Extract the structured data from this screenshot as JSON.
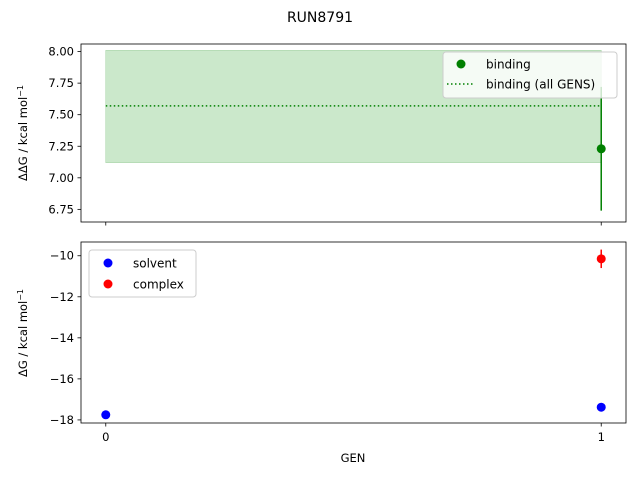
{
  "chart_data": {
    "title": "RUN8791",
    "panels": [
      {
        "type": "scatter",
        "ylabel": "ΔΔG / kcal mol",
        "ylabel_sup": "−1",
        "ylim": [
          6.65,
          8.06
        ],
        "yticks": [
          6.75,
          7.0,
          7.25,
          7.5,
          7.75,
          8.0
        ],
        "ytick_labels": [
          "6.75",
          "7.00",
          "7.25",
          "7.50",
          "7.75",
          "8.00"
        ],
        "series": [
          {
            "name": "binding",
            "color": "#008000",
            "x": [
              1
            ],
            "y": [
              7.23
            ],
            "yerr": [
              0.49
            ]
          }
        ],
        "reference": {
          "name": "binding (all GENS)",
          "color": "#008000",
          "value": 7.57,
          "band": [
            7.12,
            8.01
          ],
          "band_color": "#a9d8a9",
          "x_range": [
            0,
            1
          ]
        },
        "legend": "top-right"
      },
      {
        "type": "scatter",
        "ylabel": "ΔG / kcal mol",
        "ylabel_sup": "−1",
        "xlabel": "GEN",
        "ylim": [
          -18.15,
          -9.33
        ],
        "yticks": [
          -18,
          -16,
          -14,
          -12,
          -10
        ],
        "ytick_labels": [
          "−18",
          "−16",
          "−14",
          "−12",
          "−10"
        ],
        "xticks": [
          0,
          1
        ],
        "xtick_labels": [
          "0",
          "1"
        ],
        "series": [
          {
            "name": "solvent",
            "color": "#0000ff",
            "x": [
              0,
              1
            ],
            "y": [
              -17.75,
              -17.38
            ],
            "yerr": [
              0,
              0
            ]
          },
          {
            "name": "complex",
            "color": "#ff0000",
            "x": [
              1
            ],
            "y": [
              -10.15
            ],
            "yerr": [
              0.45
            ]
          }
        ],
        "legend": "top-left"
      }
    ],
    "xlim": [
      -0.05,
      1.05
    ]
  }
}
